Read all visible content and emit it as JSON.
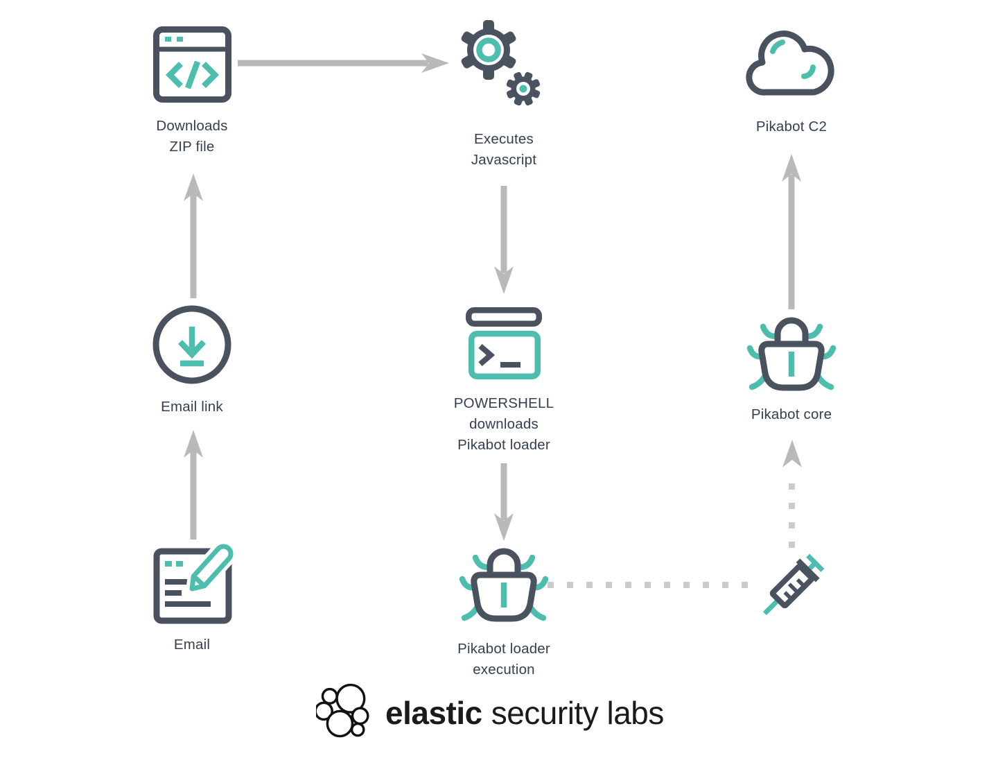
{
  "title": "Pikabot infection chain diagram",
  "colors": {
    "slate": "#4A5260",
    "teal": "#4DBDAD",
    "arrow": "#B9B9B9",
    "dot": "#CBCBCB",
    "text": "#333F50",
    "logo": "#1A1A1A",
    "bg": "#FFFFFF"
  },
  "nodes": {
    "downloads_zip": {
      "icon": "browser-code-icon",
      "lines": [
        "Downloads",
        "ZIP file"
      ]
    },
    "executes_js": {
      "icon": "gears-icon",
      "lines": [
        "Executes",
        "Javascript"
      ]
    },
    "pikabot_c2": {
      "icon": "cloud-icon",
      "lines": [
        "Pikabot C2"
      ]
    },
    "email_link": {
      "icon": "download-circle-icon",
      "lines": [
        "Email link"
      ]
    },
    "powershell": {
      "icon": "terminal-icon",
      "lines": [
        "POWERSHELL",
        "downloads",
        "Pikabot loader"
      ]
    },
    "pikabot_core": {
      "icon": "bug-icon",
      "lines": [
        "Pikabot core"
      ]
    },
    "email": {
      "icon": "email-compose-icon",
      "lines": [
        "Email"
      ]
    },
    "loader_execution": {
      "icon": "bug-icon",
      "lines": [
        "Pikabot loader",
        "execution"
      ]
    },
    "injection": {
      "icon": "syringe-icon",
      "lines": []
    }
  },
  "edges": [
    {
      "from": "email",
      "to": "email_link",
      "style": "solid"
    },
    {
      "from": "email_link",
      "to": "downloads_zip",
      "style": "solid"
    },
    {
      "from": "downloads_zip",
      "to": "executes_js",
      "style": "solid"
    },
    {
      "from": "executes_js",
      "to": "powershell",
      "style": "solid"
    },
    {
      "from": "powershell",
      "to": "loader_execution",
      "style": "solid"
    },
    {
      "from": "loader_execution",
      "to": "injection",
      "style": "dotted"
    },
    {
      "from": "injection",
      "to": "pikabot_core",
      "style": "dotted"
    },
    {
      "from": "pikabot_core",
      "to": "pikabot_c2",
      "style": "solid"
    }
  ],
  "footer": {
    "brand_bold": "elastic",
    "brand_light": "security labs"
  }
}
